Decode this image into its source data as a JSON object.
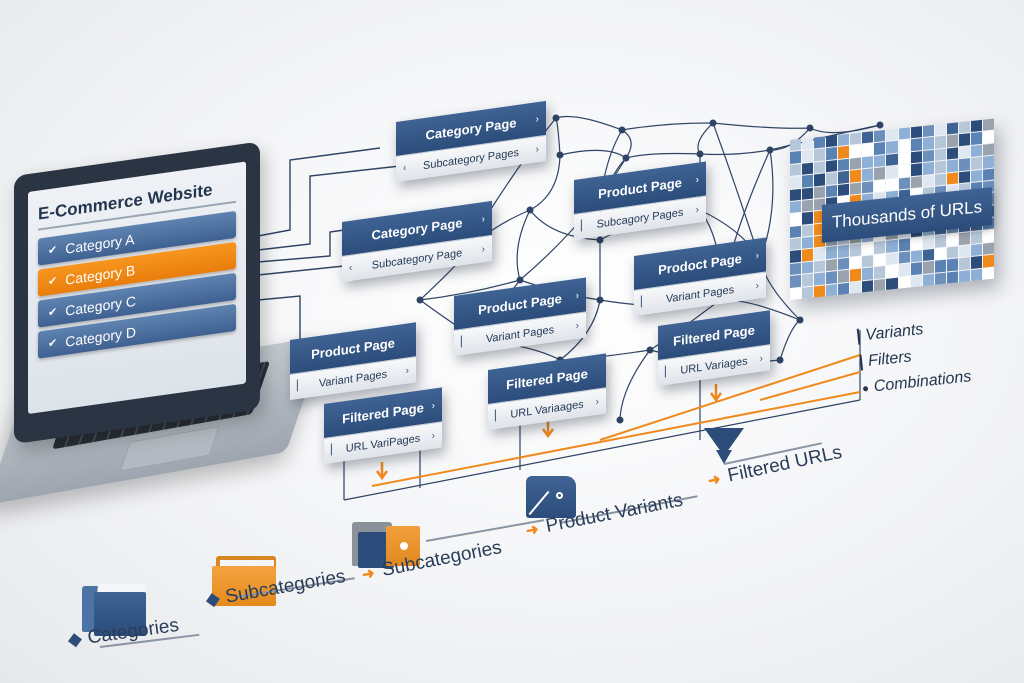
{
  "laptop": {
    "title": "E-Commerce Website",
    "categories": [
      {
        "label": "Category A",
        "active": false
      },
      {
        "label": "Category B",
        "active": true
      },
      {
        "label": "Category C",
        "active": false
      },
      {
        "label": "Category D",
        "active": false
      }
    ]
  },
  "cards": [
    {
      "id": "category-page-1",
      "title": "Category Page",
      "sub": "Subcategory Pages"
    },
    {
      "id": "category-page-2",
      "title": "Category Page",
      "sub": "Subcategory Page"
    },
    {
      "id": "product-page-1",
      "title": "Product Page",
      "sub": "Subcagory Pages"
    },
    {
      "id": "product-page-2",
      "title": "Prodoct Page",
      "sub": "Variant Pages"
    },
    {
      "id": "product-page-3",
      "title": "Product Page",
      "sub": "Variant Pages"
    },
    {
      "id": "product-page-4",
      "title": "Product Page",
      "sub": "Variant Pages"
    },
    {
      "id": "filtered-page-1",
      "title": "Filtered Page",
      "sub": "URL VariPages"
    },
    {
      "id": "filtered-page-2",
      "title": "Filtered Page",
      "sub": "URL Variaages"
    },
    {
      "id": "filtered-page-3",
      "title": "Filtered Page",
      "sub": "URL Variages"
    }
  ],
  "url_block": {
    "label": "Thousands of URLs"
  },
  "legend": {
    "items": [
      "Variants",
      "Filters",
      "Combinations"
    ]
  },
  "flow": {
    "steps": [
      {
        "label": "Categories",
        "marker": "diamond"
      },
      {
        "label": "Subcategories",
        "marker": "diamond"
      },
      {
        "label": "Subcategories",
        "marker": "arrow"
      },
      {
        "label": "Product Variants",
        "marker": "arrow"
      },
      {
        "label": "Filtered URLs",
        "marker": "arrow"
      }
    ]
  },
  "colors": {
    "navy": "#2c4d7b",
    "orange": "#f08a1c",
    "text_dark": "#24364f",
    "line": "#2f4464"
  }
}
